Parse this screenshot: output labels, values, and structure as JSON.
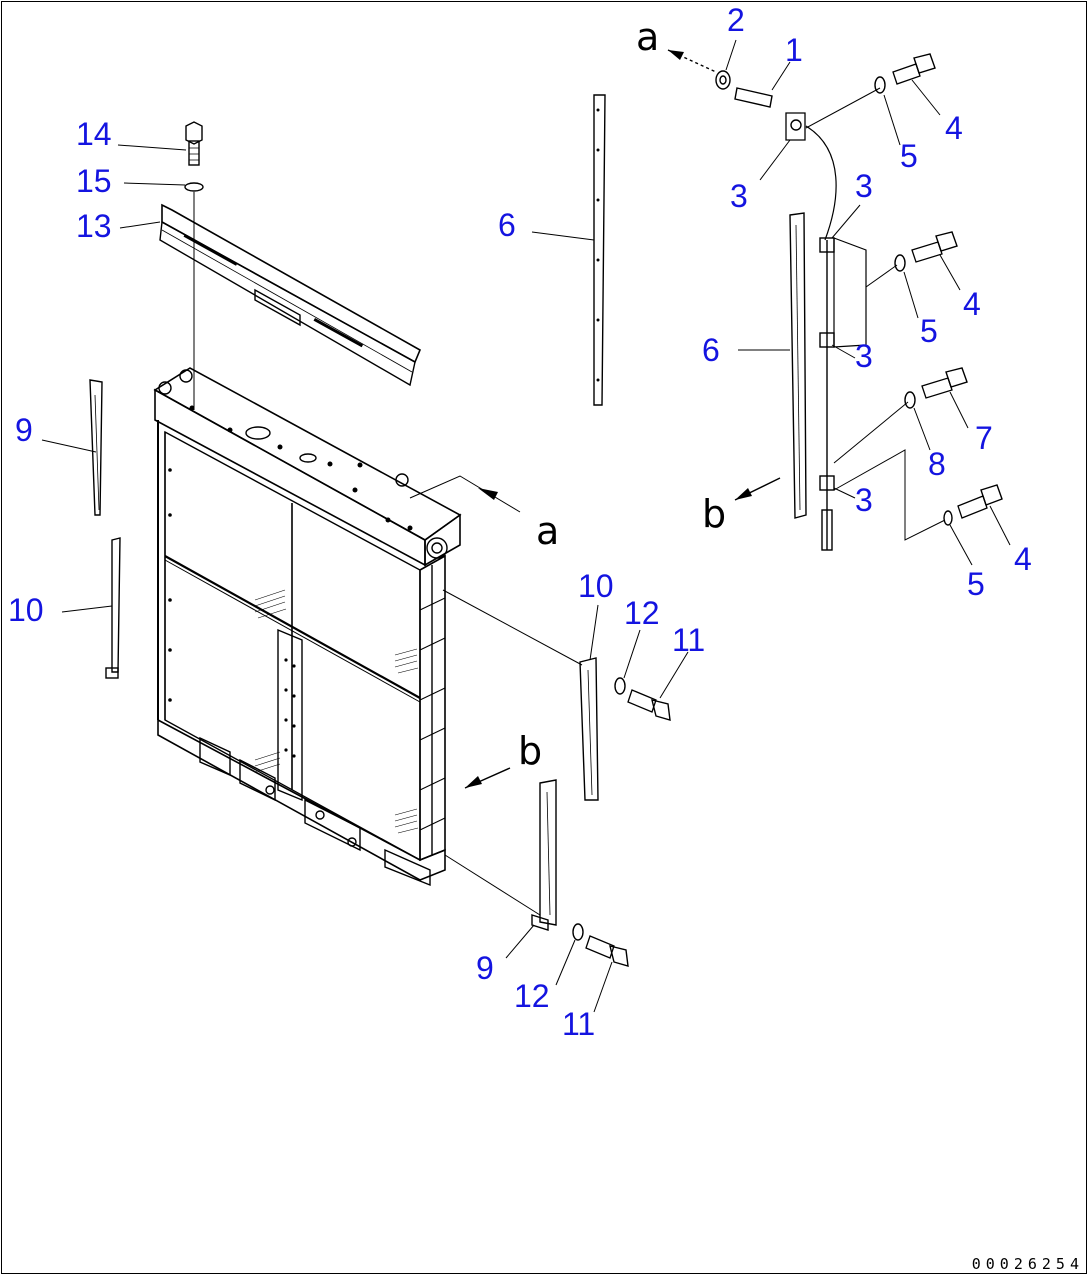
{
  "drawing_number": "00026254",
  "view_labels": {
    "a": "a",
    "b": "b"
  },
  "callouts": [
    "1",
    "2",
    "3",
    "4",
    "5",
    "6",
    "7",
    "8",
    "9",
    "10",
    "11",
    "12",
    "13",
    "14",
    "15"
  ],
  "colors": {
    "callout": "#1414e0",
    "linework": "#000000",
    "background": "#ffffff"
  }
}
